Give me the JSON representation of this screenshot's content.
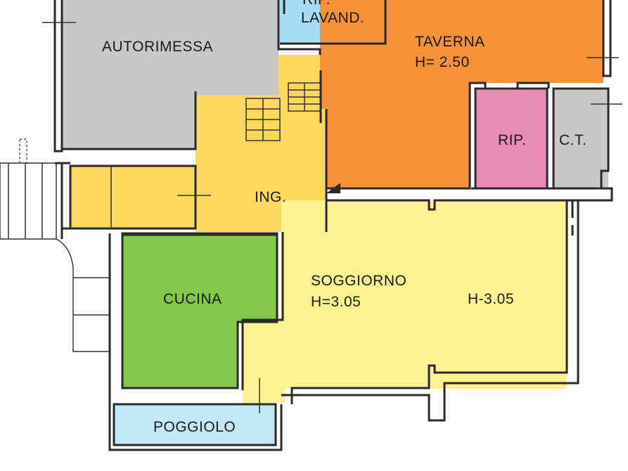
{
  "rooms": {
    "autorimessa": {
      "label": "AUTORIMESSA",
      "color": "#c8c8c8"
    },
    "lavanderia": {
      "label_top": "RIP.",
      "label": "LAVAND.",
      "color": "#a8dcf4"
    },
    "taverna": {
      "label": "TAVERNA",
      "height": "H= 2.50",
      "color": "#f7923a"
    },
    "ripostiglio": {
      "label": "RIP.",
      "color": "#e98bb6"
    },
    "centrale_termica": {
      "label": "C.T.",
      "color": "#c8c8c8"
    },
    "ingresso": {
      "label": "ING.",
      "color": "#fcd85f"
    },
    "cucina": {
      "label": "CUCINA",
      "color": "#82c74a"
    },
    "soggiorno": {
      "label": "SOGGIORNO",
      "height": "H=3.05",
      "height_right": "H-3.05",
      "color": "#fcf28f"
    },
    "poggiolo": {
      "label": "POGGIOLO",
      "color": "#c2e7f7"
    }
  },
  "colors": {
    "wall": "#2a2a2a",
    "stair_fill": "#9fd8f0",
    "background": "#ffffff"
  }
}
